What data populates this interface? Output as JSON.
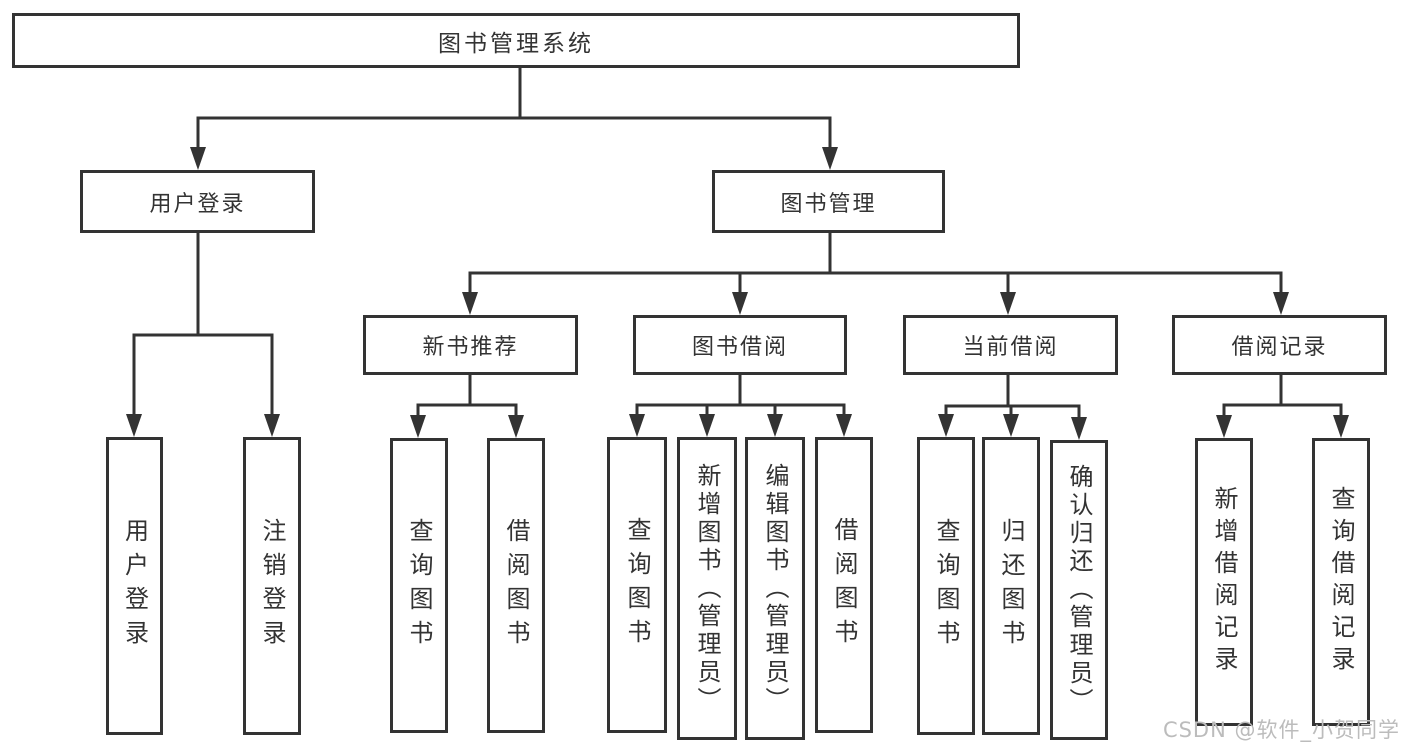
{
  "colors": {
    "line": "#333333",
    "text": "#333333",
    "watermark": "#bcbcbc",
    "background": "#ffffff"
  },
  "root": {
    "label": "图书管理系统"
  },
  "user_login": {
    "label": "用户登录",
    "leaves": [
      {
        "label": "用户登录"
      },
      {
        "label": "注销登录"
      }
    ]
  },
  "book_mgmt": {
    "label": "图书管理",
    "sections": [
      {
        "label": "新书推荐",
        "leaves": [
          {
            "label": "查询图书"
          },
          {
            "label": "借阅图书"
          }
        ]
      },
      {
        "label": "图书借阅",
        "leaves": [
          {
            "label": "查询图书"
          },
          {
            "label": "新增图书（管理员）"
          },
          {
            "label": "编辑图书（管理员）"
          },
          {
            "label": "借阅图书"
          }
        ]
      },
      {
        "label": "当前借阅",
        "leaves": [
          {
            "label": "查询图书"
          },
          {
            "label": "归还图书"
          },
          {
            "label": "确认归还（管理员）"
          }
        ]
      },
      {
        "label": "借阅记录",
        "leaves": [
          {
            "label": "新增借阅记录"
          },
          {
            "label": "查询借阅记录"
          }
        ]
      }
    ]
  },
  "watermark": "CSDN @软件_小贺同学"
}
